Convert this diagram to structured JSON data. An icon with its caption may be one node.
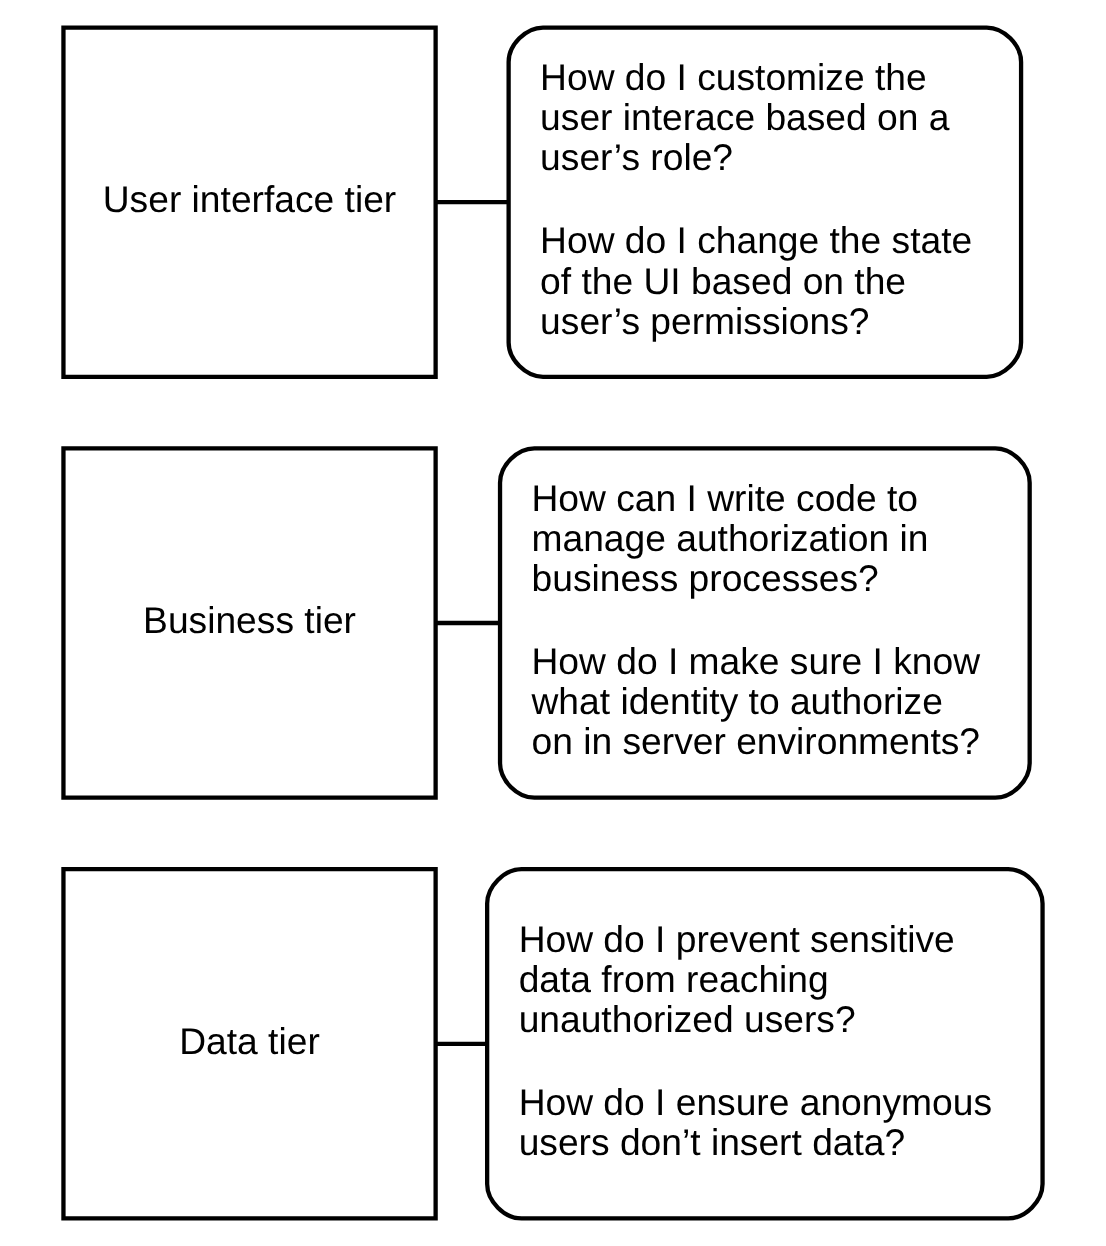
{
  "diagram": {
    "nodes": [
      {
        "text": [
          "User interface tier"
        ]
      },
      {
        "text": [
          "How do I customize the user interace based on a user’s role?",
          "How do I change the state of the UI based on the user’s permissions?"
        ]
      },
      {
        "text": [
          "Business tier"
        ]
      },
      {
        "text": [
          "How can I write code to manage authorization in business processes?",
          "How do I make sure I know what identity to authorize on in server environments?"
        ]
      },
      {
        "text": [
          "Data tier"
        ]
      },
      {
        "text": [
          "How do I prevent sensitive data from reaching unauthorized users?",
          "How do I ensure anonymous users don’t insert data?"
        ]
      }
    ],
    "edges": [
      {
        "from": 1,
        "to": 0,
        "arrow": "none"
      },
      {
        "from": 3,
        "to": 2,
        "arrow": "none"
      },
      {
        "from": 5,
        "to": 4,
        "arrow": "none"
      }
    ]
  }
}
